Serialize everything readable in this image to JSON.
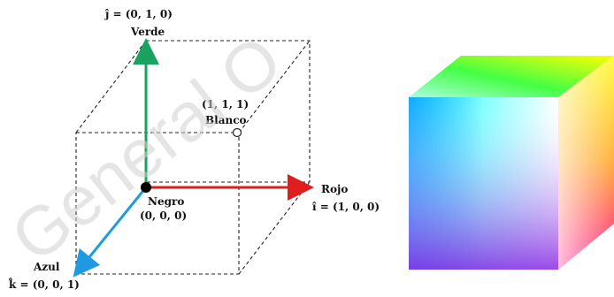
{
  "labels": {
    "j_vector": "ĵ = (0, 1, 0)",
    "green_axis": "Verde",
    "white_point_coord": "(1, 1, 1)",
    "white_point_name": "Blanco",
    "origin_name": "Negro",
    "origin_coord": "(0, 0, 0)",
    "red_axis": "Rojo",
    "i_vector": "î = (1, 0, 0)",
    "blue_axis": "Azul",
    "k_vector": "k̂ = (0, 0, 1)"
  },
  "watermark": "General O",
  "colors": {
    "green_axis": "#1aa260",
    "red_axis": "#e01e1e",
    "blue_axis": "#1e9be0",
    "origin_point": "#000000",
    "watermark": "#d0d0d0"
  }
}
